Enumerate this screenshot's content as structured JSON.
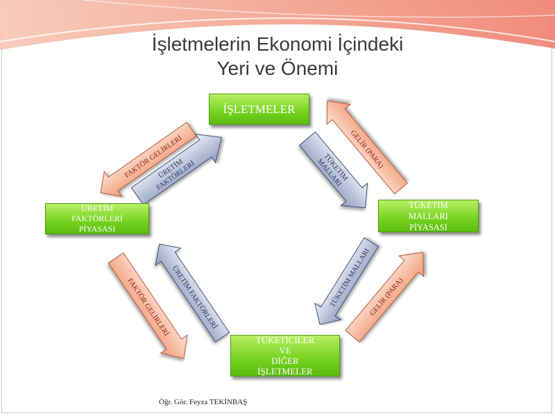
{
  "slide": {
    "title_line1": "İşletmelerin Ekonomi İçindeki",
    "title_line2": "Yeri ve Önemi",
    "footer": "Öğr. Gör. Feyza TEKİNBAŞ"
  },
  "boxes": {
    "isletmeler": "İŞLETMELER",
    "uretim_piyasasi": [
      "ÜRETİM",
      "FAKTÖRLERİ",
      "PİYASASI"
    ],
    "tuketim_piyasasi": [
      "TÜKETİM",
      "MALLARI",
      "PİYASASI"
    ],
    "tuketiciler": [
      "TÜKETİCİLER",
      "VE",
      "DİĞER",
      "İŞLETMELER"
    ]
  },
  "arrows": {
    "ul_outer": "FAKTÖR GELİRLERİ",
    "ul_inner": [
      "ÜRETİM",
      "FAKTÖRLERİ"
    ],
    "ur_outer": "GELİR (PARA)",
    "ur_inner": [
      "TÜKETİM",
      "MALLARI"
    ],
    "ll_outer": "FAKTÖR GELİRLERİ",
    "ll_inner": "ÜRETİM FAKTÖRLERİ",
    "lr_outer": "GELİR (PARA)",
    "lr_inner": "TÜKETİM MALLARI"
  },
  "colors": {
    "box_green": "#74d21f",
    "orange_arrow": "#f4a07a",
    "blue_arrow": "#9aa8c8"
  }
}
